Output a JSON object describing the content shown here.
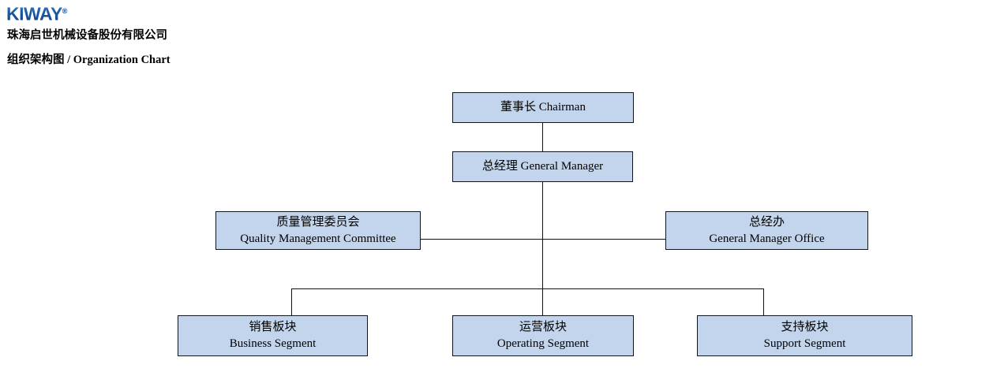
{
  "header": {
    "logo_text": "KIWAY",
    "logo_mark": "®",
    "company_name_cn": "珠海启世机械设备股份有限公司",
    "chart_title_cn": "组织架构图",
    "chart_title_separator": " / ",
    "chart_title_en": "Organization Chart"
  },
  "colors": {
    "logo_blue": "#1e5ca8",
    "node_fill": "#c3d5ec",
    "node_border": "#11171f",
    "connector": "#0d1216",
    "text": "#000000",
    "page_background": "#ffffff"
  },
  "chart_data": {
    "type": "diagram",
    "diagram_kind": "organization-chart",
    "nodes": [
      {
        "id": "chairman",
        "label_cn": "董事长",
        "label_en": "Chairman",
        "level": 1,
        "single_line": true
      },
      {
        "id": "general-manager",
        "label_cn": "总经理",
        "label_en": "General Manager",
        "level": 2,
        "single_line": true
      },
      {
        "id": "quality-committee",
        "label_cn": "质量管理委员会",
        "label_en": "Quality Management Committee",
        "level": 3,
        "single_line": false
      },
      {
        "id": "gm-office",
        "label_cn": "总经办",
        "label_en": "General Manager Office",
        "level": 3,
        "single_line": false
      },
      {
        "id": "business-segment",
        "label_cn": "销售板块",
        "label_en": "Business Segment",
        "level": 4,
        "single_line": false
      },
      {
        "id": "operating-segment",
        "label_cn": "运营板块",
        "label_en": "Operating Segment",
        "level": 4,
        "single_line": false
      },
      {
        "id": "support-segment",
        "label_cn": "支持板块",
        "label_en": "Support Segment",
        "level": 4,
        "single_line": false
      }
    ],
    "edges": [
      {
        "from": "chairman",
        "to": "general-manager"
      },
      {
        "from": "general-manager",
        "to": "quality-committee"
      },
      {
        "from": "general-manager",
        "to": "gm-office"
      },
      {
        "from": "general-manager",
        "to": "business-segment"
      },
      {
        "from": "general-manager",
        "to": "operating-segment"
      },
      {
        "from": "general-manager",
        "to": "support-segment"
      }
    ]
  }
}
